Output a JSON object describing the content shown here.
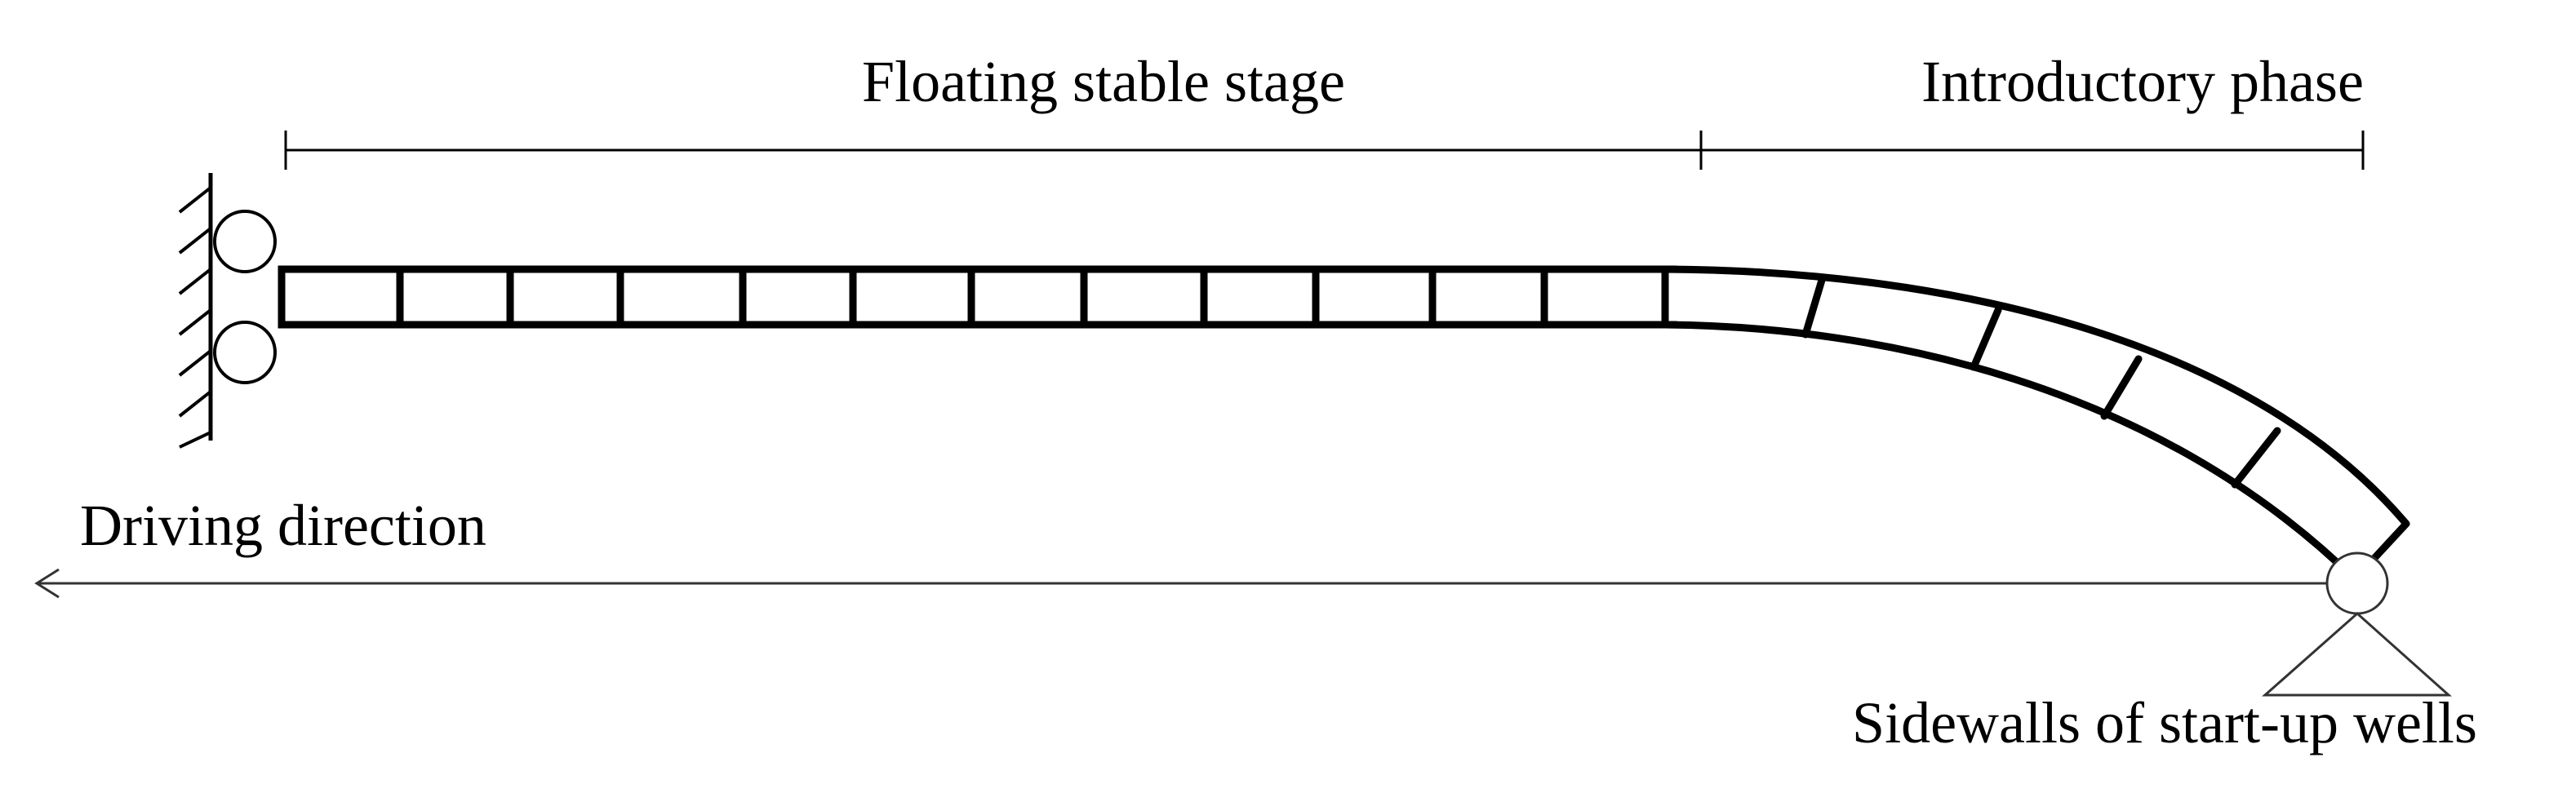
{
  "labels": {
    "floating_stage": "Floating stable stage",
    "introductory_phase": "Introductory phase",
    "driving_direction": "Driving direction",
    "sidewalls": "Sidewalls of start-up wells"
  },
  "colors": {
    "stroke": "#000000",
    "thin_stroke": "#333333",
    "background": "#ffffff"
  }
}
